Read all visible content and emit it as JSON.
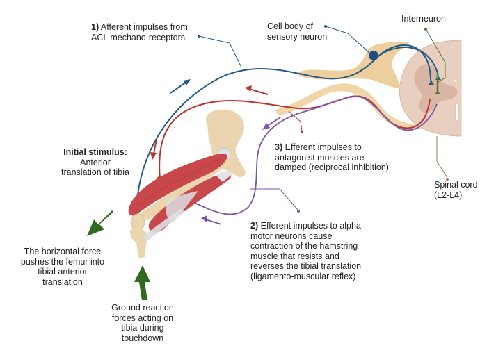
{
  "title": "Ligamento-muscular reflex of the ACL",
  "colors": {
    "afferent": "#235a86",
    "efferent_antagonist": "#b8342e",
    "efferent_alpha": "#7b55a8",
    "interneuron": "#4a7c32",
    "force_arrow": "#2f6a1e",
    "bone": "#ead5ae",
    "muscle": "#c8474b",
    "spinal_cord": "#e6cbb9",
    "spinal_grey": "#d4a995",
    "nerve_root": "#eccf9c",
    "cord_leader": "#9b7350"
  },
  "labels": {
    "afferent": {
      "number": "1)",
      "line1": "Afferent impulses from",
      "line2": "ACL mechano-receptors"
    },
    "cell_body": {
      "line1": "Cell body of",
      "line2": "sensory neuron"
    },
    "interneuron": {
      "text": "Interneuron"
    },
    "antagonist": {
      "number": "3)",
      "line1": "Efferent impulses to",
      "line2": "antagonist muscles are",
      "line3": "damped (reciprocal inhibition)"
    },
    "spinal_cord": {
      "line1": "Spinal cord",
      "line2": "(L2-L4)"
    },
    "initial_stimulus": {
      "title": "Initial stimulus:",
      "line1": "Anterior",
      "line2": "translation of tibia"
    },
    "alpha_motor": {
      "number": "2)",
      "line1": "Efferent impulses to alpha",
      "line2": "motor neurons cause",
      "line3": "contraction of the hamstring",
      "line4": "muscle that resists and",
      "line5": "reverses the tibial translation",
      "line6": "(ligamento-muscular reflex)"
    },
    "horizontal_force": {
      "line1": "The horizontal force",
      "line2": "pushes the femur into",
      "line3": "tibial anterior",
      "line4": "translation"
    },
    "ground_reaction": {
      "line1": "Ground reaction",
      "line2": "forces acting on",
      "line3": "tibia during",
      "line4": "touchdown"
    }
  }
}
